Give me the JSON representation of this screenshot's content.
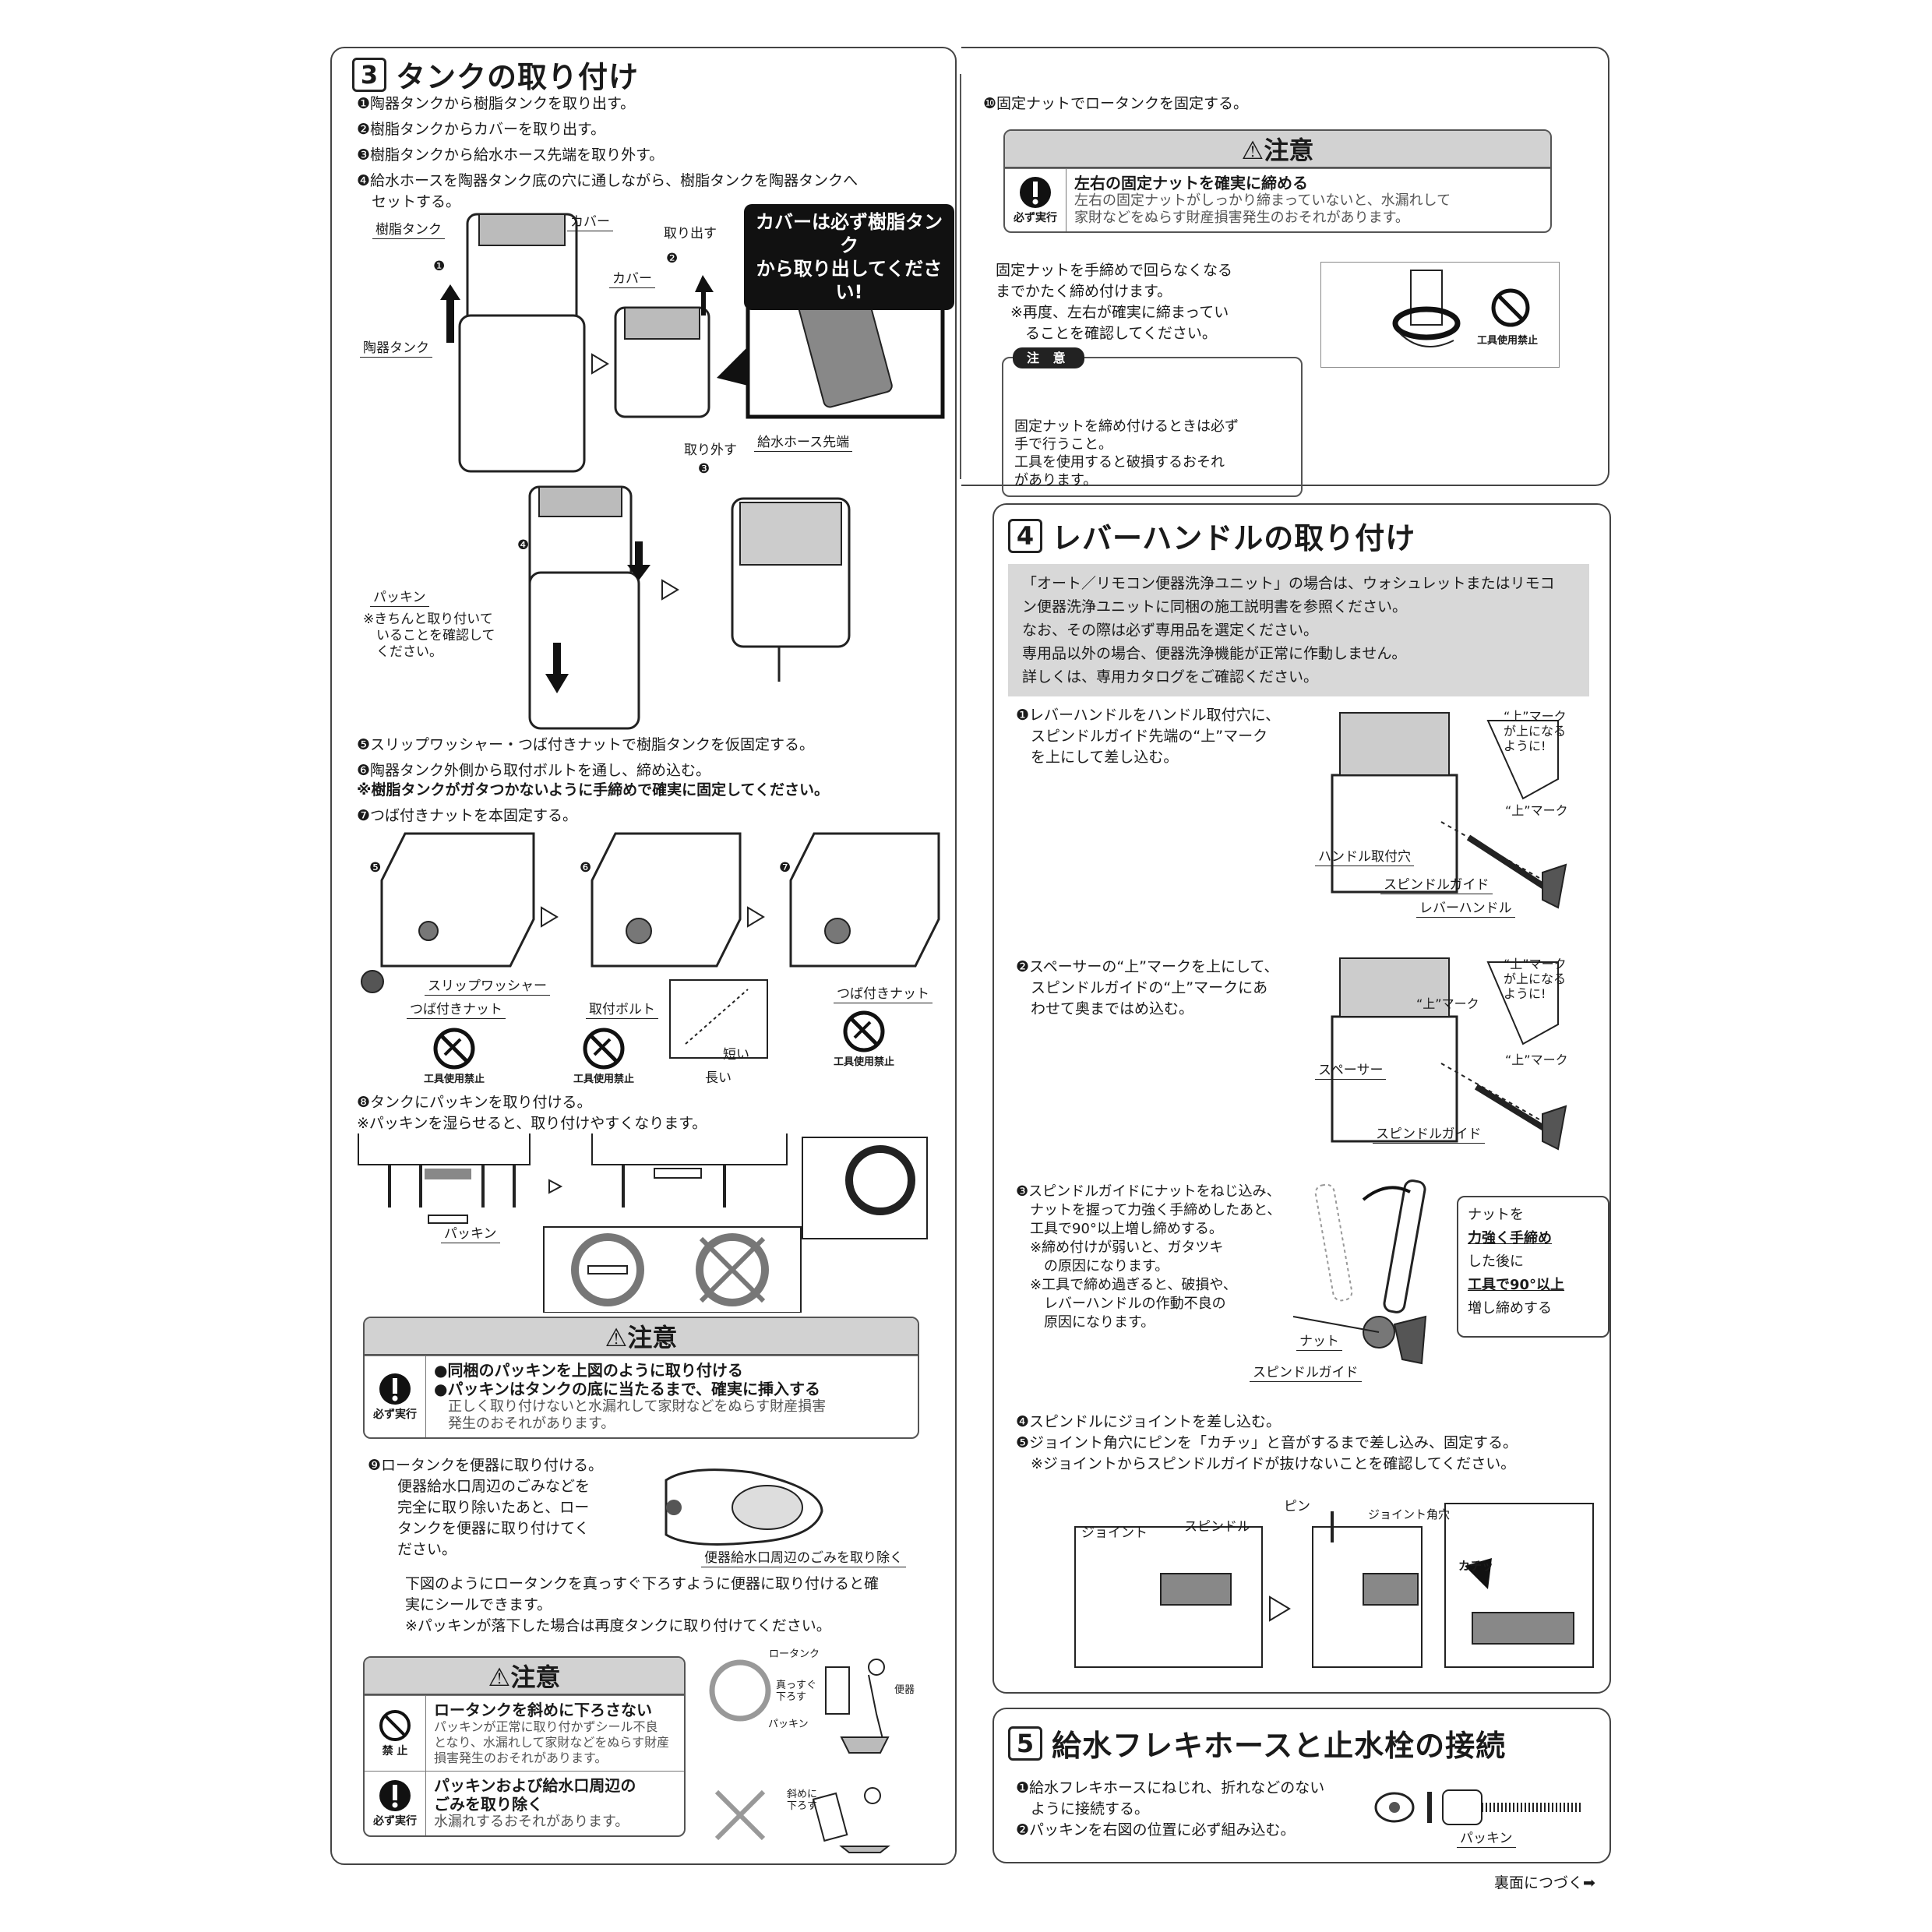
{
  "s3": {
    "num": "3",
    "title": "タンクの取り付け",
    "steps": [
      "❶陶器タンクから樹脂タンクを取り出す。",
      "❷樹脂タンクからカバーを取り出す。",
      "❸樹脂タンクから給水ホース先端を取り外す。",
      "❹給水ホースを陶器タンク底の穴に通しながら、樹脂タンクを陶器タンクへ\n　セットする。"
    ],
    "labels": {
      "resin_tank": "樹脂タンク",
      "cover": "カバー",
      "cover2": "カバー",
      "ceramic_tank": "陶器タンク",
      "take_out": "取り出す",
      "remove": "取り外す",
      "hose_tip": "給水ホース先端",
      "packing": "パッキン",
      "packing_note": "※きちんと取り付いて\n　いることを確認して\n　ください。",
      "callout": "カバーは必ず樹脂タンク\nから取り出してください!",
      "n1": "❶",
      "n2": "❷",
      "n3": "❸",
      "n4": "❹"
    },
    "steps2": [
      "❺スリップワッシャー・つば付きナットで樹脂タンクを仮固定する。",
      "❻陶器タンク外側から取付ボルトを通し、締め込む。",
      "※樹脂タンクがガタつかないように手締めで確実に固定してください。",
      "❼つば付きナットを本固定する。"
    ],
    "labels2": {
      "n5": "❺",
      "n6": "❻",
      "n7": "❼",
      "slip_washer": "スリップワッシャー",
      "flange_nut": "つば付きナット",
      "mount_bolt": "取付ボルト",
      "flange_nut2": "つば付きナット",
      "short": "短い",
      "long": "長い",
      "no_tool": "工具使用禁止"
    },
    "step8": "❽タンクにパッキンを取り付ける。\n※パッキンを湿らせると、取り付けやすくなります。",
    "packing_lbl": "パッキン",
    "caution1": {
      "head": "⚠注意",
      "icon_label": "必ず実行",
      "line1": "●同梱のパッキンを上図のように取り付ける",
      "line2": "●パッキンはタンクの底に当たるまで、確実に挿入する",
      "line3": "　正しく取り付けないと水漏れして家財などをぬらす財産損害\n　発生のおそれがあります。"
    },
    "step9": "❾ロータンクを便器に取り付ける。\n　　便器給水口周辺のごみなどを\n　　完全に取り除いたあと、ロー\n　　タンクを便器に取り付けてく\n　　ださい。",
    "bowl_lbl": "便器給水口周辺のごみを取り除く",
    "step9b": "下図のようにロータンクを真っすぐ下ろすように便器に取り付けると確\n実にシールできます。\n※パッキンが落下した場合は再度タンクに取り付けてください。",
    "caution2": {
      "head": "⚠注意",
      "r1_icon": "禁 止",
      "r1_b": "ロータンクを斜めに下ろさない",
      "r1_s": "パッキンが正常に取り付かずシール不良\nとなり、水漏れして家財などをぬらす財産\n損害発生のおそれがあります。",
      "r2_icon": "必ず実行",
      "r2_b": "パッキンおよび給水口周辺の\nごみを取り除く",
      "r2_s": "水漏れするおそれがあります。"
    },
    "fig_labels": {
      "low_tank": "ロータンク",
      "straight": "真っすぐ\n下ろす",
      "bowl": "便器",
      "packing": "パッキン",
      "slant": "斜めに\n下ろす"
    }
  },
  "s10": {
    "step": "❿固定ナットでロータンクを固定する。",
    "caution": {
      "head": "⚠注意",
      "icon_label": "必ず実行",
      "b": "左右の固定ナットを確実に締める",
      "s": "左右の固定ナットがしっかり締まっていないと、水漏れして\n家財などをぬらす財産損害発生のおそれがあります。"
    },
    "text": "固定ナットを手締めで回らなくなる\nまでかたく締め付けます。\n　※再度、左右が確実に締まってい\n　　ることを確認してください。",
    "note_tag": "注 意",
    "note": "固定ナットを締め付けるときは必ず\n手で行うこと。\n工具を使用すると破損するおそれ\nがあります。",
    "no_tool": "工具使用禁止"
  },
  "s4": {
    "num": "4",
    "title": "レバーハンドルの取り付け",
    "info": "「オート／リモコン便器洗浄ユニット」の場合は、ウォシュレットまたはリモコ\nン便器洗浄ユニットに同梱の施工説明書を参照ください。\nなお、その際は必ず専用品を選定ください。\n専用品以外の場合、便器洗浄機能が正常に作動しません。\n詳しくは、専用カタログをご確認ください。",
    "step1": "❶レバーハンドルをハンドル取付穴に、\n　スピンドルガイド先端の“上”マーク\n　を上にして差し込む。",
    "f1": {
      "mark_up": "“上”マーク\nが上になる\nように!",
      "mark": "“上”マーク",
      "hole": "ハンドル取付穴",
      "guide": "スピンドルガイド",
      "lever": "レバーハンドル"
    },
    "step2": "❷スペーサーの“上”マークを上にして、\n　スピンドルガイドの“上”マークにあ\n　わせて奥まではめ込む。",
    "f2": {
      "mark_up": "“上”マーク\nが上になる\nように!",
      "mark1": "“上”マーク",
      "mark2": "“上”マーク",
      "spacer": "スペーサー",
      "guide": "スピンドルガイド"
    },
    "step3": "❸スピンドルガイドにナットをねじ込み、\n　ナットを握って力強く手締めしたあと、\n　工具で90°以上増し締めする。\n　※締め付けが弱いと、ガタツキ\n　　の原因になります。\n　※工具で締め過ぎると、破損や、\n　　レバーハンドルの作動不良の\n　　原因になります。",
    "f3": {
      "nut": "ナット",
      "guide": "スピンドルガイド",
      "box1": "ナットを",
      "box2": "力強く手締め",
      "box3": "した後に",
      "box4": "工具で90°以上",
      "box5": "増し締めする"
    },
    "step45": "❹スピンドルにジョイントを差し込む。\n❺ジョイント角穴にピンを「カチッ」と音がするまで差し込み、固定する。\n　※ジョイントからスピンドルガイドが抜けないことを確認してください。",
    "f4": {
      "joint": "ジョイント",
      "spindle": "スピンドル",
      "pin": "ピン",
      "joint_hole": "ジョイント角穴",
      "click": "カチッ"
    }
  },
  "s5": {
    "num": "5",
    "title": "給水フレキホースと止水栓の接続",
    "steps": "❶給水フレキホースにねじれ、折れなどのない\n　ように接続する。\n❷パッキンを右図の位置に必ず組み込む。",
    "packing": "パッキン"
  },
  "footer": "裏面につづく➡"
}
